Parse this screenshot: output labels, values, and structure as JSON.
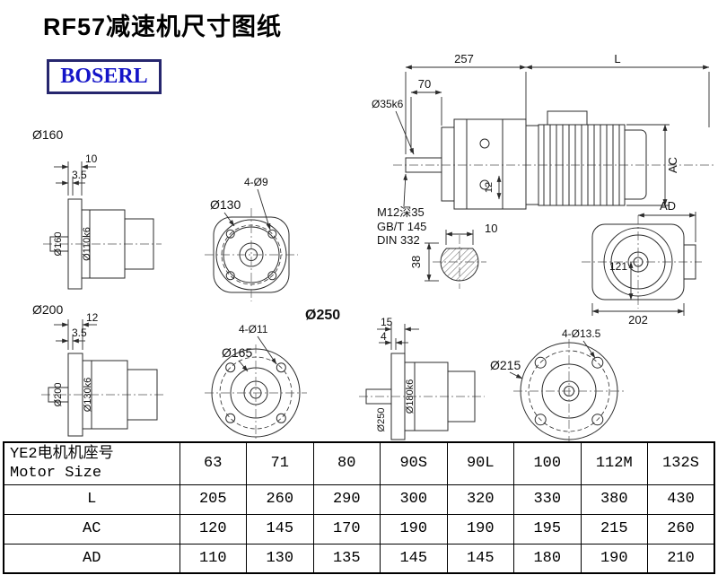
{
  "page": {
    "title": "RF57减速机尺寸图纸",
    "logo": "BOSERL"
  },
  "main_view": {
    "dim_257": "257",
    "dim_L": "L",
    "dim_70": "70",
    "shaft_dia": "Ø35k6",
    "dim_12": "12",
    "dim_AC": "AC",
    "tap_note": "M12深35",
    "std_note1": "GB/T 145",
    "std_note2": "DIN 332"
  },
  "shaft_section": {
    "key_width": "10",
    "shaft_height": "38"
  },
  "ad_view": {
    "dim_AD": "AD",
    "dim_121": "121",
    "dim_202": "202"
  },
  "view_160": {
    "label": "Ø160",
    "dim_10": "10",
    "dim_3_5": "3.5",
    "flange_dia": "Ø160",
    "spigot_dia": "Ø110k6"
  },
  "flange_130": {
    "dia": "Ø130",
    "holes": "4-Ø9"
  },
  "view_200": {
    "label": "Ø200",
    "dim_12": "12",
    "dim_3_5": "3.5",
    "flange_dia": "Ø200",
    "spigot_dia": "Ø130k6"
  },
  "flange_165": {
    "dia": "Ø165",
    "holes": "4-Ø11",
    "label_250": "Ø250"
  },
  "view_250": {
    "dim_15": "15",
    "dim_4": "4",
    "flange_dia": "Ø250",
    "spigot_dia": "Ø180k6"
  },
  "flange_215": {
    "dia": "Ø215",
    "holes": "4-Ø13.5"
  },
  "table": {
    "header_line1": "YE2电机机座号",
    "header_line2": "Motor Size",
    "sizes": [
      "63",
      "71",
      "80",
      "90S",
      "90L",
      "100",
      "112M",
      "132S"
    ],
    "rows": [
      {
        "label": "L",
        "values": [
          "205",
          "260",
          "290",
          "300",
          "320",
          "330",
          "380",
          "430"
        ]
      },
      {
        "label": "AC",
        "values": [
          "120",
          "145",
          "170",
          "190",
          "190",
          "195",
          "215",
          "260"
        ]
      },
      {
        "label": "AD",
        "values": [
          "110",
          "130",
          "135",
          "145",
          "145",
          "180",
          "190",
          "210"
        ]
      }
    ]
  }
}
